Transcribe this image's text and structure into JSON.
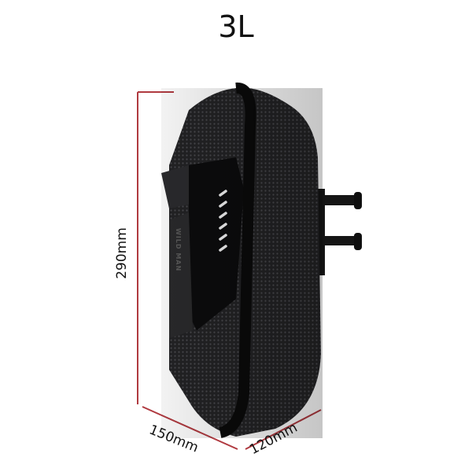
{
  "capacity_label": "3L",
  "dimensions": {
    "height": "290mm",
    "width": "150mm",
    "depth": "120mm"
  },
  "brand_logo": "WILD MAN",
  "colors": {
    "dimension_line": "#b03a40",
    "bag_body": "#1c1c1e",
    "reflective_stripes": "#d8d8d8"
  }
}
